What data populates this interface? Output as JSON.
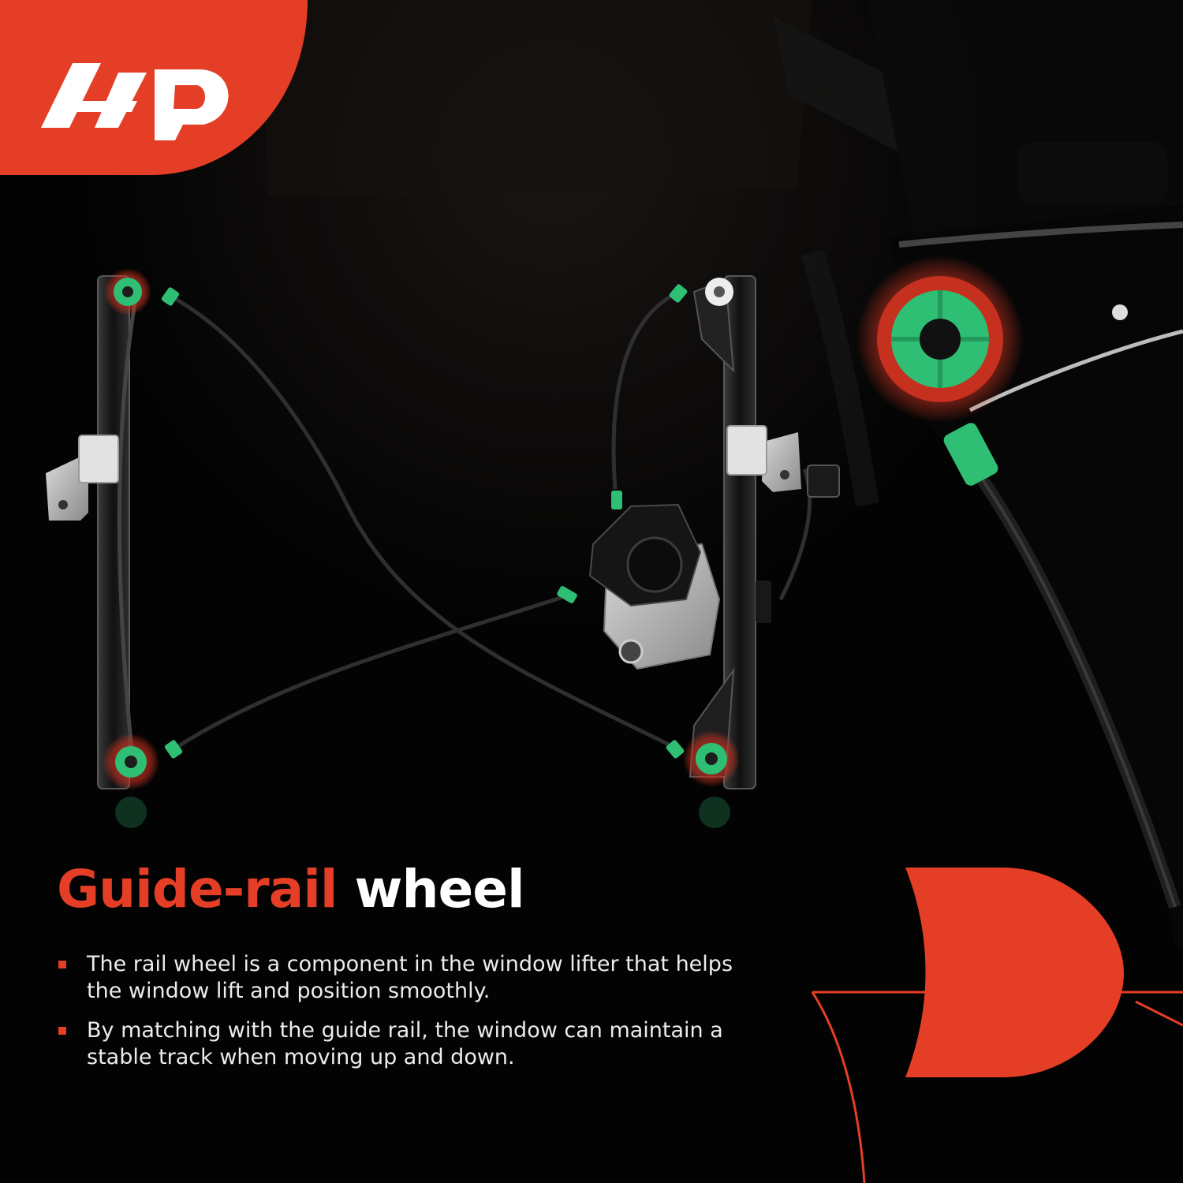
{
  "colors": {
    "brand_red": "#e53e26",
    "accent_green": "#2fbf74",
    "background": "#030303",
    "text": "#ececec"
  },
  "brand": {
    "logo_icon": "a-premium-ap-logo-icon"
  },
  "headline": {
    "accent": "Guide-rail",
    "rest": "wheel"
  },
  "features": [
    "The rail wheel is a component in the window lifter that helps the window lift and position smoothly.",
    "By matching with the guide rail, the window can maintain a stable track when moving up and down."
  ],
  "icons": [
    "a-premium-ap-logo-icon",
    "guide-rail-wheel-icon",
    "bullet-square-icon",
    "corner-d-shape-decoration"
  ]
}
